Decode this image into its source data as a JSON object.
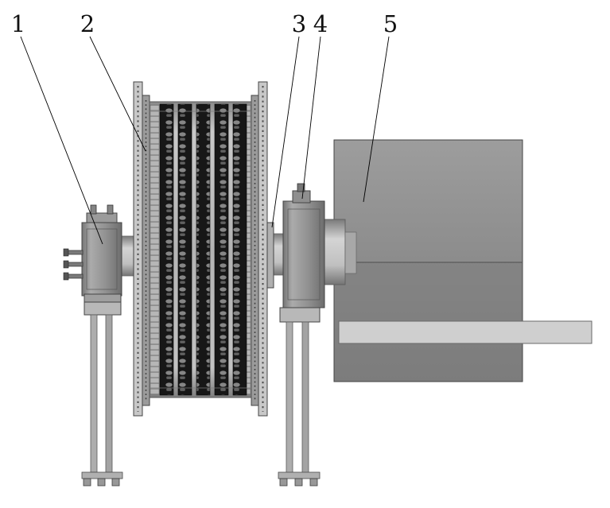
{
  "diagram": {
    "callouts": [
      {
        "label": "1"
      },
      {
        "label": "2"
      },
      {
        "label": "3"
      },
      {
        "label": "4"
      },
      {
        "label": "5"
      }
    ],
    "colors": {
      "background": "#ffffff",
      "leader_line": "#000000",
      "label_text": "#111111",
      "metal_light": "#c9c9c9",
      "metal_mid": "#9a9a9a",
      "metal_dark": "#7a7a7a",
      "chain_band_dark": "#171717",
      "gearbox_gray": "#8c8c8c",
      "rail_gray": "#cfcfcf"
    }
  }
}
